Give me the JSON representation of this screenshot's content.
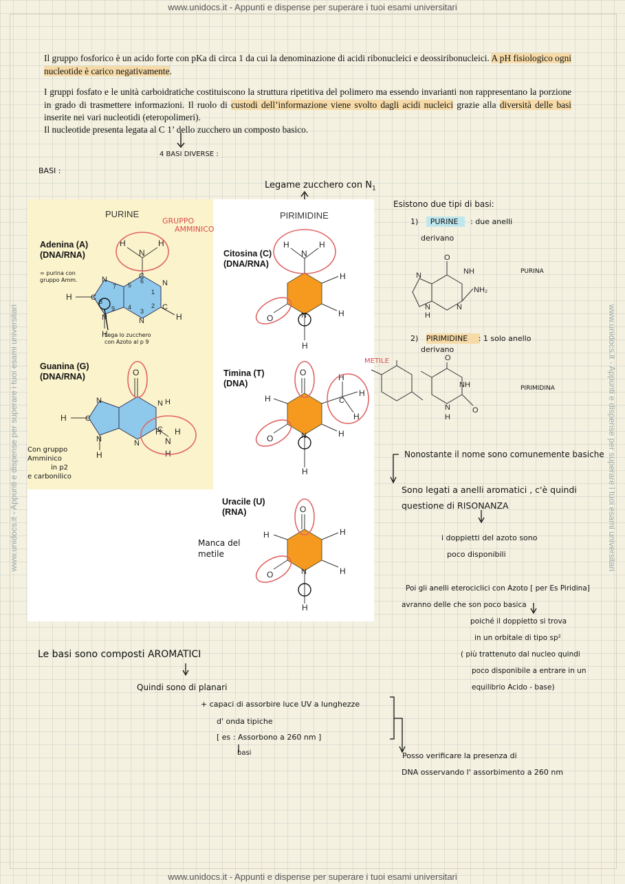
{
  "banner": {
    "top": "www.unidocs.it - Appunti e dispense per superare i tuoi esami universitari",
    "bottom": "www.unidocs.it - Appunti e dispense per superare i tuoi esami universitari",
    "side": "www.unidocs.it - Appunti e dispense per superare i tuoi esami universitari"
  },
  "text": {
    "p1a": "Il gruppo fosforico è un acido forte con pKa di circa 1 da cui la denominazione di acidi ribonucleici e deossiribonucleici. ",
    "p1b": "A pH fisiologico ogni nucleotide è carico negativamente",
    "p1c": ".",
    "p2a": "I gruppi fosfato e le unità carboidratiche costituiscono la struttura ripetitiva del polimero ma essendo invarianti non rappresentano la porzione in grado di trasmettere informazioni. Il ruolo di ",
    "p2b": "custodi dell’informazione viene svolto dagli acidi nucleici",
    "p2c": " grazie alla ",
    "p2d": "diversità delle basi",
    "p2e": " inserite nei vari nucleotidi (eteropolimeri).",
    "p3": "Il nucleotide presenta legata al C 1’ dello zucchero un composto basico."
  },
  "notes": {
    "basi_diverse": "4 BASI DIVERSE :",
    "basi": "BASI :",
    "legame": "Legame zucchero con N",
    "legame_sub": "1",
    "esistono": "Esistono due tipi di basi:",
    "purine_n": "1)",
    "purine": "PURINE",
    "purine_desc": ": due anelli",
    "purine_desc2": "derivano",
    "purina_lbl": "PURINA",
    "pirim_n": "2)",
    "pirim": "PIRIMIDINE",
    "pirim_desc": ": 1 solo anello",
    "pirim_desc2": "derivano",
    "pirim_lbl": "PIRIMIDINA",
    "gruppo_amm1": "GRUPPO",
    "gruppo_amm2": "AMMINICO",
    "metile": "METILE",
    "adenina_n1": "= purina con",
    "adenina_n2": "gruppo Amm.",
    "lega_z1": "Lega lo zucchero",
    "lega_z2": "con Azoto al p 9",
    "guan_n1": "Con gruppo",
    "guan_n2": "Amminico",
    "guan_n3": "in p2",
    "guan_n4": "e carbonilico",
    "manca1": "Manca del",
    "manca2": "metile",
    "nonostante": "Nonostante il nome sono comunemente basiche",
    "legati1": "Sono legati a anelli aromatici , c'è quindi",
    "legati2": "questione di RISONANZA",
    "doppietti1": "i doppietti del azoto sono",
    "doppietti2": "poco disponibili",
    "poi1": "Poi gli anelli eterociclici con Azoto [ per Es Piridina]",
    "poi2": "avranno delle che son poco basica",
    "poi3": "poiché il doppietto si trova",
    "poi4": "in un orbitale di tipo sp²",
    "poi5": "( più trattenuto dal nucleo quindi",
    "poi6": "poco disponibile a entrare in un",
    "poi7": "equilibrio Acido - base)",
    "aromatici": "Le basi sono composti AROMATICI",
    "quindi1": "Quindi sono di planari",
    "quindi2": "+ capaci di assorbire luce UV a lunghezze",
    "quindi3": "d' onda tipiche",
    "es": "[ es : Assorbono a 260 nm ]",
    "basi2": "basi",
    "posso1": "Posso verificare la presenza di",
    "posso2": "DNA osservando l' assorbimento a 260 nm"
  },
  "figure": {
    "purine_head": "PURINE",
    "pirim_head": "PIRIMIDINE",
    "adenina": "Adenina (A)",
    "adenina_sub": "(DNA/RNA)",
    "guanina": "Guanina (G)",
    "guanina_sub": "(DNA/RNA)",
    "citosina": "Citosina (C)",
    "citosina_sub": "(DNA/RNA)",
    "timina": "Timina (T)",
    "timina_sub": "(DNA)",
    "uracile": "Uracile (U)",
    "uracile_sub": "(RNA)",
    "atoms": {
      "H": "H",
      "N": "N",
      "C": "C",
      "O": "O",
      "NH": "NH",
      "NH2": "NH₂"
    },
    "nums": [
      "1",
      "2",
      "3",
      "4",
      "5",
      "6",
      "7",
      "8",
      "9"
    ]
  },
  "colors": {
    "purine_ring": "#8ec9ec",
    "pirim_ring": "#f59a1f",
    "highlight": "#f6dba8",
    "red_ink": "#d94c4c",
    "paper": "#f4f1e1"
  }
}
